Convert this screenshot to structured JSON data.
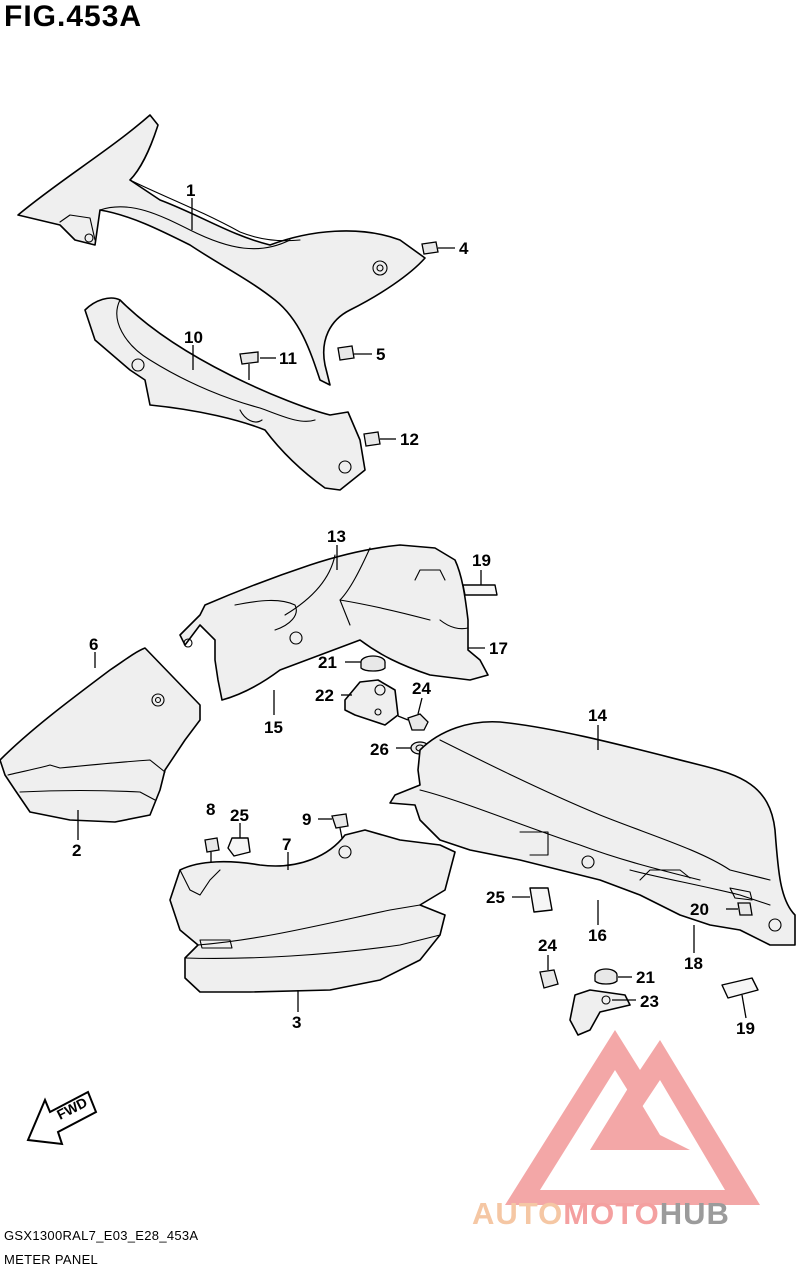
{
  "figure": {
    "title": "FIG.453A"
  },
  "footer": {
    "model_code": "GSX1300RAL7_E03_E28_453A",
    "section_name": "METER PANEL"
  },
  "fwd_arrow": {
    "label": "FWD"
  },
  "watermark": {
    "text_auto": "AUTO",
    "text_moto": "MOTO",
    "text_hub": "HUB",
    "colors": {
      "auto": "#f5c7a4",
      "moto": "#f4a0a0",
      "hub": "#9b9b9b",
      "logo": "#f08a8a"
    }
  },
  "callouts": [
    "1",
    "4",
    "5",
    "10",
    "11",
    "12",
    "13",
    "19",
    "17",
    "21",
    "24",
    "22",
    "15",
    "6",
    "26",
    "14",
    "2",
    "8",
    "25",
    "9",
    "7",
    "25",
    "20",
    "16",
    "18",
    "3",
    "24",
    "21",
    "23",
    "19"
  ]
}
